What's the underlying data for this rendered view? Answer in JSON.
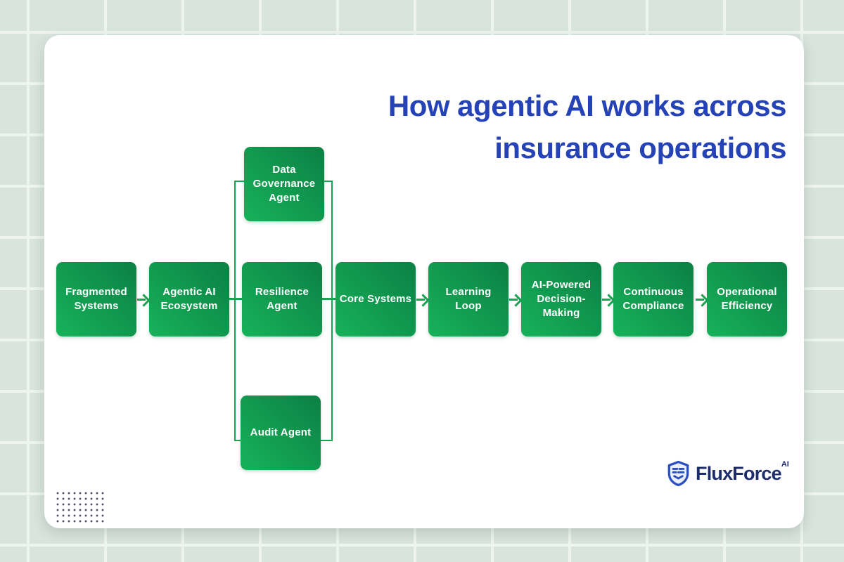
{
  "title": {
    "line1": "How agentic AI works across",
    "line2": "insurance operations"
  },
  "flow": {
    "main": [
      "Fragmented Systems",
      "Agentic AI Ecosystem",
      "Resilience Agent",
      "Core Systems",
      "Learning Loop",
      "AI-Powered Decision-Making",
      "Continuous Compliance",
      "Operational Efficiency"
    ],
    "branch_top": "Data Governance Agent",
    "branch_bottom": "Audit Agent"
  },
  "logo": {
    "brand": "FluxForce",
    "suffix": "AI"
  },
  "colors": {
    "bg": "#d9e4de",
    "grid_line": "#eef4f0",
    "card": "#ffffff",
    "title_blue": "#2542b7",
    "box_grad_start": "#17b25a",
    "box_grad_end": "#0b8044",
    "connector": "#18a452",
    "logo_navy": "#1d2d6b",
    "logo_blue": "#2c4ec2",
    "logo_shield_fill": "#e9effb",
    "dot": "#46505e"
  }
}
